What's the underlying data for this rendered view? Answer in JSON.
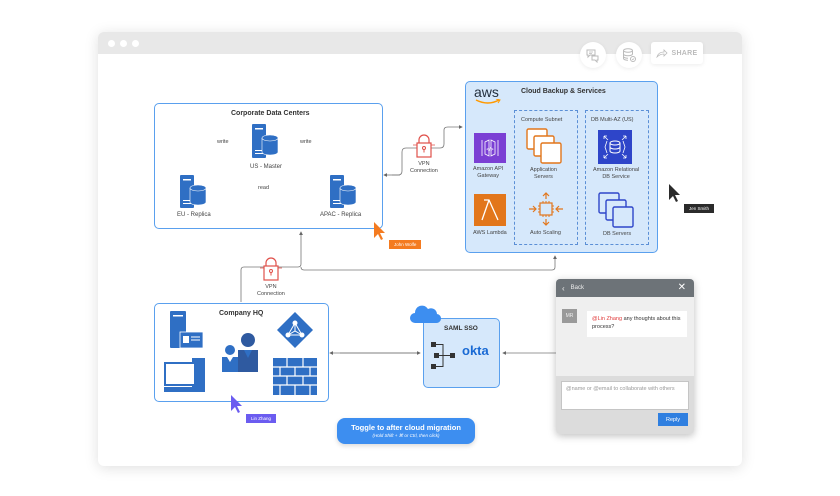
{
  "toolbar": {
    "comments_icon": "comments-icon",
    "database_icon": "database-check-icon",
    "share_label": "SHARE"
  },
  "corporate": {
    "title": "Corporate Data Centers",
    "us_master": "US - Master",
    "eu_replica": "EU - Replica",
    "apac_replica": "APAC - Replica",
    "write1": "write",
    "write2": "write",
    "read": "read"
  },
  "vpn_top": {
    "line1": "VPN",
    "line2": "Connection"
  },
  "vpn_bottom": {
    "line1": "VPN",
    "line2": "Connection"
  },
  "cloud": {
    "logo": "aws",
    "title": "Cloud Backup & Services",
    "api_gateway": [
      "Amazon API",
      "Gateway"
    ],
    "lambda": "AWS Lambda",
    "compute_subnet": "Compute Subnet",
    "app_servers": [
      "Application",
      "Servers"
    ],
    "auto_scaling": "Auto Scaling",
    "db_multi_az": "DB Multi-AZ (US)",
    "rds": [
      "Amazon Relational",
      "DB Service"
    ],
    "db_servers": "DB Servers"
  },
  "hq": {
    "title": "Company HQ"
  },
  "sso": {
    "title": "SAML SSO",
    "brand": "okta"
  },
  "cursors": {
    "jen": {
      "name": "Jen Smith",
      "color": "#2b2b2b"
    },
    "john": {
      "name": "John Wolfe",
      "color": "#f47b20"
    },
    "lin": {
      "name": "Lin Zhang",
      "color": "#6b5cf0"
    }
  },
  "toggle": {
    "title": "Toggle to after cloud migration",
    "hint": "(Hold Shift + ⌘ or Ctrl, then click)"
  },
  "comment_panel": {
    "back_label": "Back",
    "avatar_initials": "MR",
    "mention": "@Lin Zhang",
    "message": " any thoughts about this process?",
    "reply_placeholder": "@name or @email to collaborate with others",
    "reply_label": "Reply"
  },
  "colors": {
    "accent": "#3d8ef0",
    "box_border": "#5aa0ee",
    "aws_orange": "#e2761b",
    "aws_purple": "#7b3fd4",
    "server_blue": "#2f6fc4",
    "vpn_red": "#e0504a"
  }
}
